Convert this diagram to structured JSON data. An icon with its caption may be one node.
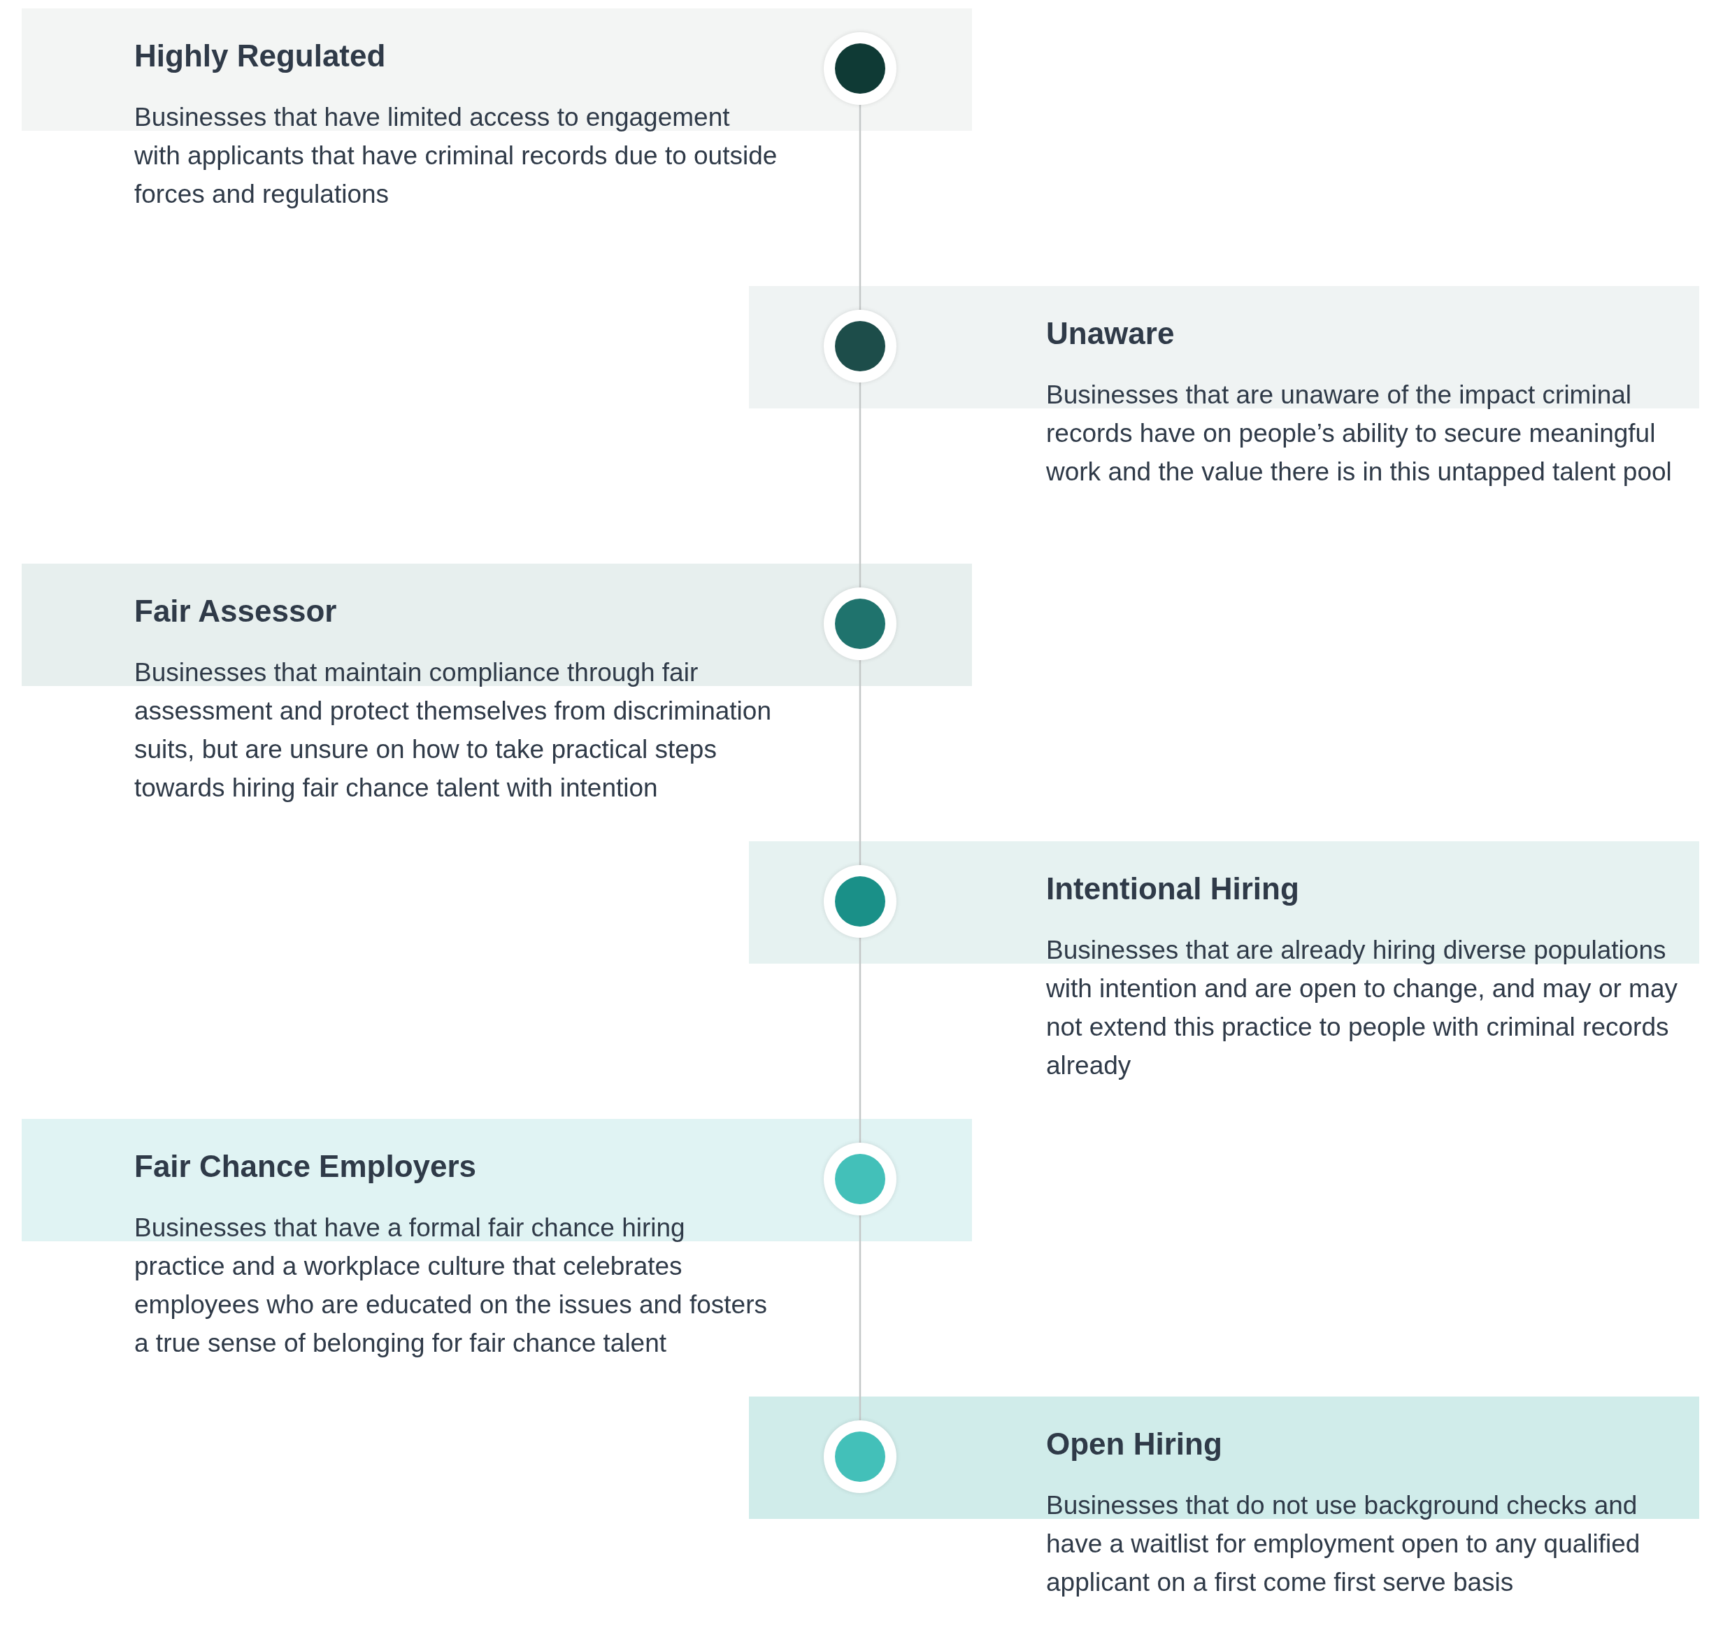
{
  "diagram": {
    "nodes": [
      {
        "text": [
          "Highly Regulated",
          "Businesses that have limited access to engagement with applicants that have criminal records due to outside forces and regulations"
        ]
      },
      {
        "text": [],
        "shape": "circle"
      },
      {
        "text": [
          "Unaware",
          "Businesses that are unaware of the impact criminal records have on people’s ability to secure meaningful work and the value there is in this untapped talent pool"
        ]
      },
      {
        "text": [],
        "shape": "circle"
      },
      {
        "text": [
          "Fair Assessor",
          "Businesses that maintain compliance through fair assessment and protect themselves from discrimination suits, but are unsure on how to take practical steps towards hiring fair chance talent with intention"
        ]
      },
      {
        "text": [],
        "shape": "circle"
      },
      {
        "text": [
          "Intentional Hiring",
          "Businesses that are already hiring diverse populations with intention and are open to change, and may or may not extend this practice to people with criminal records already"
        ]
      },
      {
        "text": [],
        "shape": "circle"
      },
      {
        "text": [
          "Fair Chance Employers",
          "Businesses that have a formal fair chance hiring practice and a workplace culture that celebrates employees who are educated on the issues and fosters a true sense of belonging for fair chance talent"
        ]
      },
      {
        "text": [],
        "shape": "circle"
      },
      {
        "text": [
          "Open Hiring",
          "Businesses that do not use background checks and have a waitlist for employment open to any qualified applicant on a first come first serve basis"
        ]
      },
      {
        "text": [],
        "shape": "circle"
      }
    ],
    "edges": [
      {
        "from": 1,
        "to": 3,
        "arrow": "none"
      },
      {
        "from": 3,
        "to": 5,
        "arrow": "none"
      },
      {
        "from": 5,
        "to": 7,
        "arrow": "none"
      },
      {
        "from": 7,
        "to": 9,
        "arrow": "none"
      },
      {
        "from": 9,
        "to": 11,
        "arrow": "none"
      }
    ]
  }
}
